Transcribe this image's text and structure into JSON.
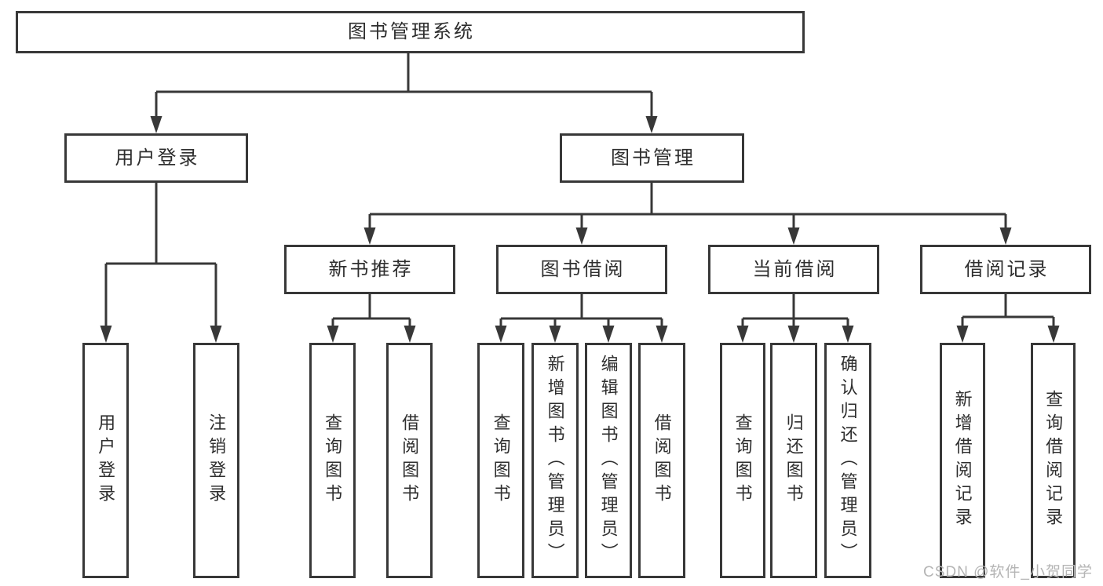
{
  "diagram": {
    "type": "hierarchy-tree",
    "root": {
      "label": "图书管理系统"
    },
    "level2": [
      {
        "label": "用户登录"
      },
      {
        "label": "图书管理"
      }
    ],
    "level3": [
      {
        "label": "新书推荐",
        "parent": "图书管理"
      },
      {
        "label": "图书借阅",
        "parent": "图书管理"
      },
      {
        "label": "当前借阅",
        "parent": "图书管理"
      },
      {
        "label": "借阅记录",
        "parent": "图书管理"
      }
    ],
    "leaves": [
      {
        "label": "用户登录",
        "parent": "用户登录"
      },
      {
        "label": "注销登录",
        "parent": "用户登录"
      },
      {
        "label": "查询图书",
        "parent": "新书推荐"
      },
      {
        "label": "借阅图书",
        "parent": "新书推荐"
      },
      {
        "label": "查询图书",
        "parent": "图书借阅"
      },
      {
        "label": "新增图书（管理员）",
        "parent": "图书借阅"
      },
      {
        "label": "编辑图书（管理员）",
        "parent": "图书借阅"
      },
      {
        "label": "借阅图书",
        "parent": "图书借阅"
      },
      {
        "label": "查询图书",
        "parent": "当前借阅"
      },
      {
        "label": "归还图书",
        "parent": "当前借阅"
      },
      {
        "label": "确认归还（管理员）",
        "parent": "当前借阅"
      },
      {
        "label": "新增借阅记录",
        "parent": "借阅记录"
      },
      {
        "label": "查询借阅记录",
        "parent": "借阅记录"
      }
    ],
    "colors": {
      "line": "#383838",
      "text": "#2e2e2e",
      "background": "#ffffff",
      "watermark": "#b5b5b5"
    },
    "watermark": "CSDN @软件_小贺同学"
  }
}
